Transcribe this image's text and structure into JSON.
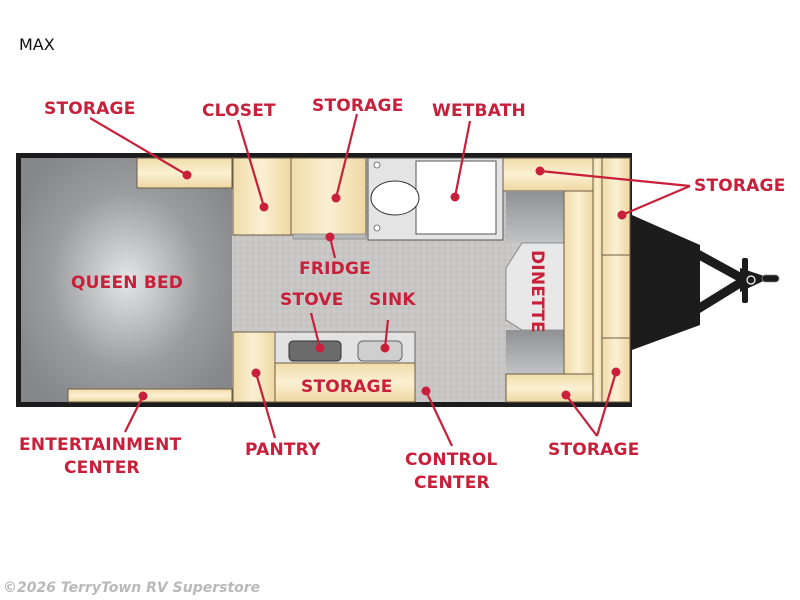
{
  "title": "MAX",
  "colors": {
    "label": "#c8203a",
    "cabinet": "#f3e1b4",
    "bed": "#8e9093",
    "floor": "#c9c7c6",
    "wall": "#1c1c1c"
  },
  "labels": {
    "storage_top_left": "STORAGE",
    "closet": "CLOSET",
    "storage_top_mid": "STORAGE",
    "wetbath": "WETBATH",
    "storage_right_top": "STORAGE",
    "queen_bed": "QUEEN BED",
    "fridge": "FRIDGE",
    "stove": "STOVE",
    "sink": "SINK",
    "dinette": "DINETTE",
    "storage_galley": "STORAGE",
    "entertainment_center_line1": "ENTERTAINMENT",
    "entertainment_center_line2": "CENTER",
    "pantry": "PANTRY",
    "control_center_line1": "CONTROL",
    "control_center_line2": "CENTER",
    "storage_right_bottom": "STORAGE"
  },
  "watermark": "©2026 TerryTown RV Superstore"
}
